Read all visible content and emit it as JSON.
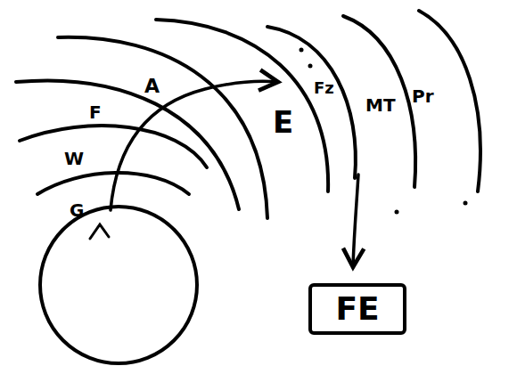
{
  "diagram": {
    "nodes": [
      {
        "text": [
          "FE"
        ]
      }
    ],
    "labels": [
      "G",
      "W",
      "F",
      "A",
      "E",
      "Fz",
      "MT",
      "Pr"
    ]
  }
}
